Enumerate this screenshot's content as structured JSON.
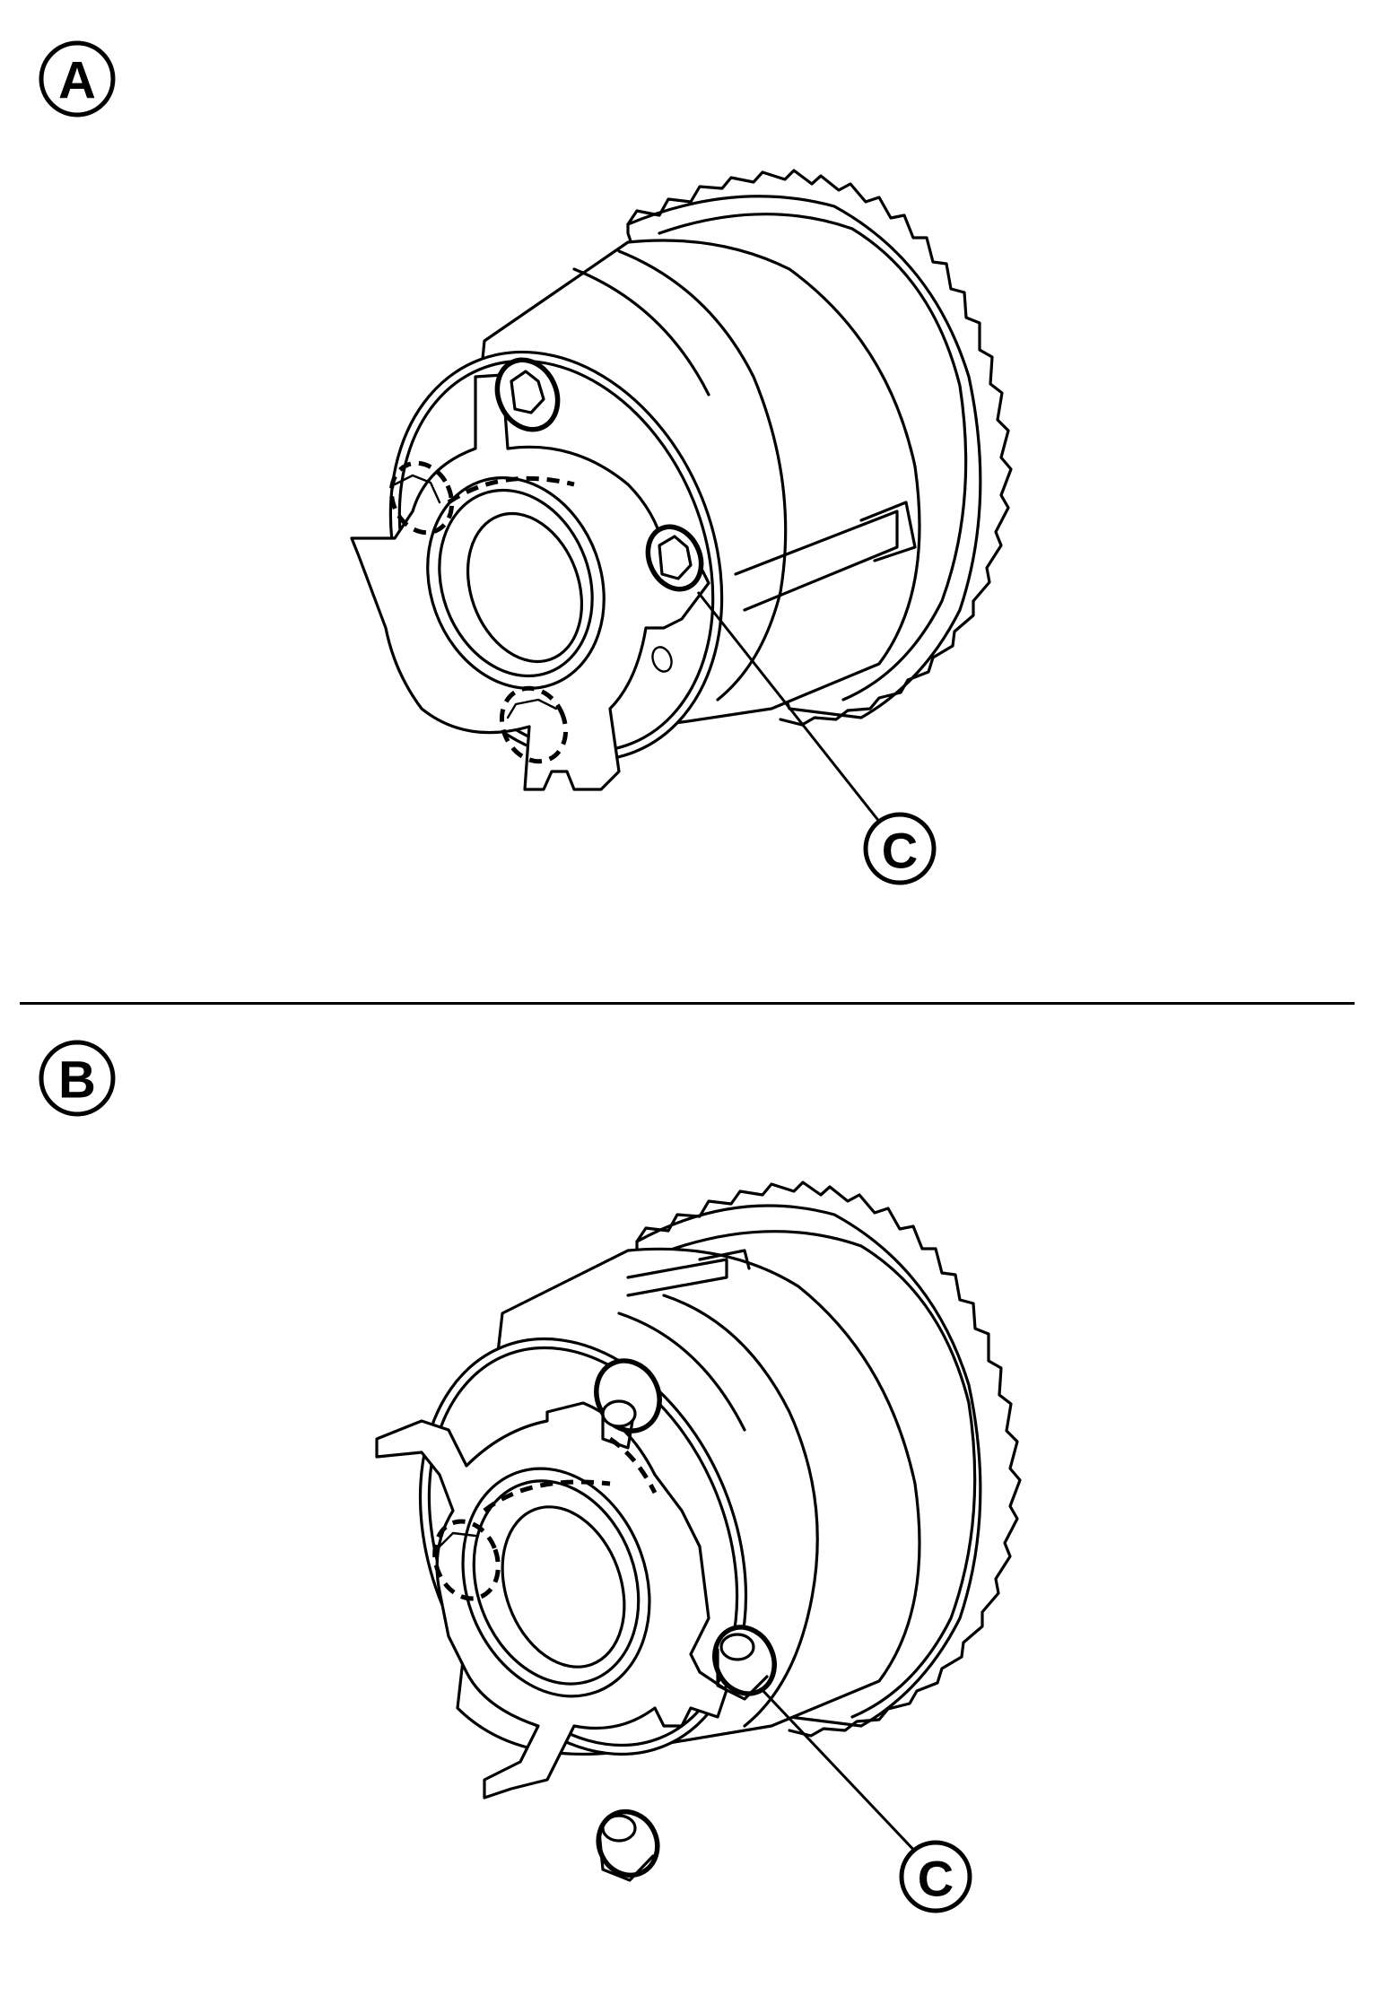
{
  "panels": [
    {
      "label": "A",
      "callout": "C"
    },
    {
      "label": "B",
      "callout": "C"
    }
  ]
}
